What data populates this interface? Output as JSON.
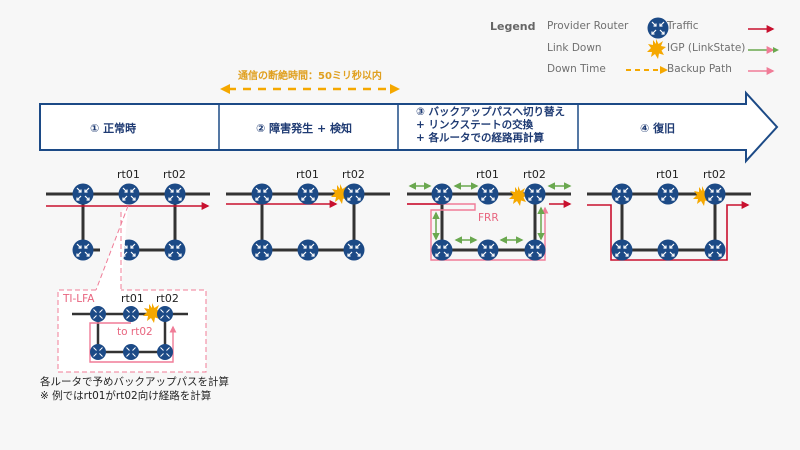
{
  "legend": {
    "title": "Legend",
    "items": [
      {
        "label": "Provider Router",
        "icon": "router-icon"
      },
      {
        "label": "Link Down",
        "icon": "link-down-burst-icon"
      },
      {
        "label": "Down Time",
        "icon": "dashed-arrow-icon"
      },
      {
        "label": "Traffic",
        "icon": "traffic-arrow-icon"
      },
      {
        "label": "IGP (LinkState)",
        "icon": "igp-arrow-icon"
      },
      {
        "label": "Backup Path",
        "icon": "backup-arrow-icon"
      }
    ]
  },
  "downtime": {
    "label": "通信の断絶時間：50ミリ秒以内"
  },
  "stages": [
    {
      "label": "① 正常時"
    },
    {
      "label": "② 障害発生 + 検知"
    },
    {
      "lines": [
        "③ バックアップパスへ切り替え",
        "+ リンクステートの交換",
        "+ 各ルータでの経路再計算"
      ]
    },
    {
      "label": "④ 復旧"
    }
  ],
  "routers": {
    "rt01": "rt01",
    "rt02": "rt02"
  },
  "frr_label": "FRR",
  "tilfa": {
    "title": "TI-LFA",
    "rt01": "rt01",
    "rt02": "rt02",
    "path_label": "to rt02"
  },
  "notes": [
    "各ルータで予めバックアップパスを計算",
    "※ 例ではrt01がrt02向け経路を計算"
  ],
  "colors": {
    "router": "#1c4a86",
    "traffic": "#c8102e",
    "igp": "#6aa84f",
    "backup": "#f07c97",
    "downtime": "#f5a800",
    "link_down": "#f5a800",
    "stage_border": "#1c4a86"
  }
}
